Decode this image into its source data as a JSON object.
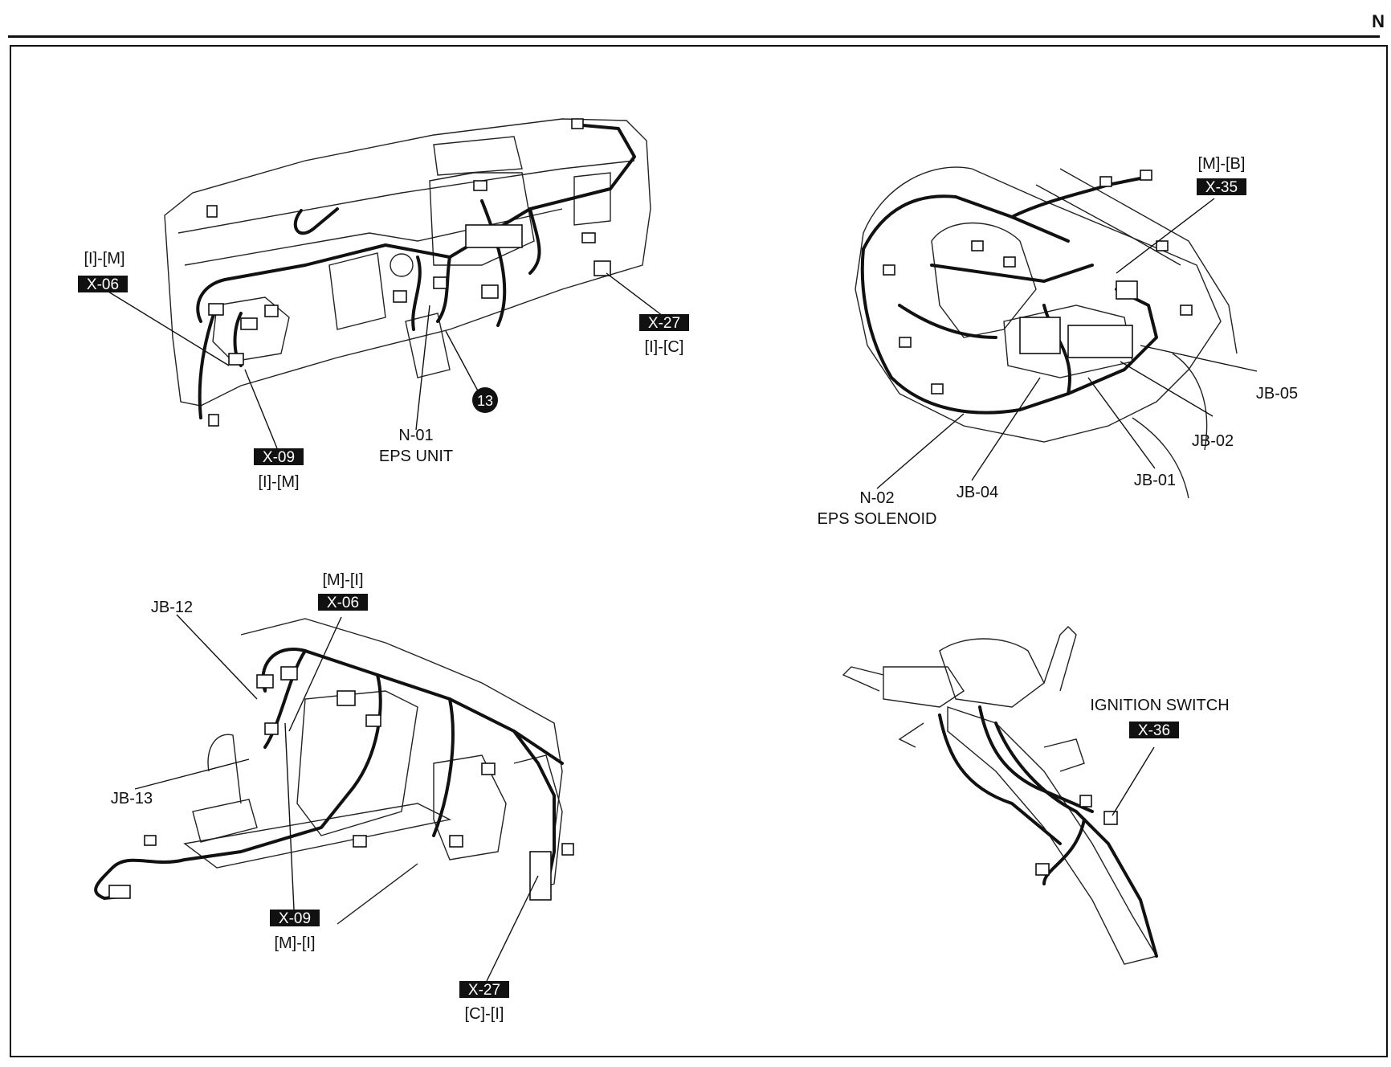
{
  "page": {
    "corner_letter": "N"
  },
  "panels": {
    "instrument_panel": {
      "labels": {
        "x06_code": "[I]-[M]",
        "x06_tag": "X-06",
        "x09_tag": "X-09",
        "x09_code": "[I]-[M]",
        "n01_id": "N-01",
        "n01_name": "EPS UNIT",
        "ground": "13",
        "x27_tag": "X-27",
        "x27_code": "[I]-[C]"
      }
    },
    "engine_room": {
      "labels": {
        "x35_code": "[M]-[B]",
        "x35_tag": "X-35",
        "jb05": "JB-05",
        "jb02": "JB-02",
        "jb01": "JB-01",
        "jb04": "JB-04",
        "n02_id": "N-02",
        "n02_name": "EPS SOLENOID"
      }
    },
    "lower_dash": {
      "labels": {
        "x06_code": "[M]-[I]",
        "x06_tag": "X-06",
        "jb12": "JB-12",
        "jb13": "JB-13",
        "x09_tag": "X-09",
        "x09_code": "[M]-[I]",
        "x27_tag": "X-27",
        "x27_code": "[C]-[I]"
      }
    },
    "steering_column": {
      "labels": {
        "ignition_switch": "IGNITION SWITCH",
        "x36_tag": "X-36"
      }
    }
  }
}
